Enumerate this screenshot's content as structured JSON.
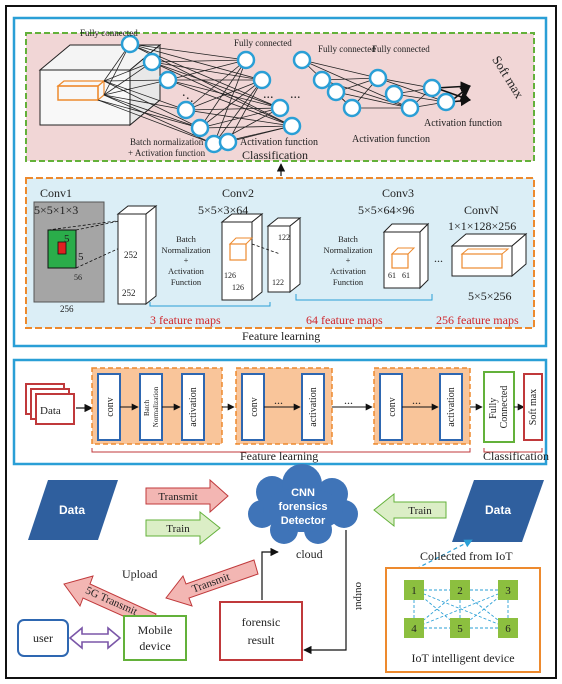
{
  "colors": {
    "frame_blue": "#2a9fd6",
    "frame_orange": "#ed8a2e",
    "cls_bg": "#f1d6d6",
    "feat_bg": "#dbeef6",
    "green_border": "#63b13a",
    "red_text": "#d0262c",
    "dark_blue": "#2f5f9e",
    "layer_blue": "#2e67b1",
    "layer_fill": "#f9c59a",
    "cloud_fill": "#3f74b8",
    "iot_node": "#8cbf3f",
    "arrow_pink": "#f3b6b3",
    "arrow_green": "#dbeec6"
  },
  "classification": {
    "fc1": "Fully connected",
    "fc2": "Fully connected",
    "fc3": "Fully connected",
    "fc4": "Fully connected",
    "bn_line1": "Batch normalization",
    "bn_line2": "+ Activation function",
    "act1": "Activation function",
    "act2": "Activation function",
    "act3": "Activation function",
    "softmax": "Soft max",
    "title": "Classification"
  },
  "feature": {
    "conv1": "Conv1",
    "conv1_dims": "5×5×1×3",
    "conv2": "Conv2",
    "conv2_dims": "5×5×3×64",
    "conv3": "Conv3",
    "conv3_dims": "5×5×64×96",
    "convn": "ConvN",
    "convn_dims": "1×1×128×256",
    "out_dims": "5×5×256",
    "n5a": "5",
    "n5b": "5",
    "n56": "56",
    "n256": "256",
    "n252a": "252",
    "n252b": "252",
    "n126a": "126",
    "n126b": "126",
    "n122a": "122",
    "n122b": "122",
    "n61a": "61",
    "n61b": "61",
    "bn2": [
      "Batch",
      "Normalization",
      "+",
      "Activation",
      "Function"
    ],
    "bn3": [
      "Batch",
      "Normalization",
      "+",
      "Activation",
      "Function"
    ],
    "maps1": "3 feature maps",
    "maps2": "64 feature maps",
    "maps3": "256 feature maps",
    "title": "Feature learning"
  },
  "pipeline": {
    "data": "Data",
    "conv": "conv",
    "batch_norm": "Batch Normalization",
    "activation": "activation",
    "dots": "...",
    "fully_connected": "Fully Connected",
    "softmax": "Soft max",
    "feature_label": "Feature learning",
    "class_label": "Classification"
  },
  "bottom": {
    "data_left": "Data",
    "data_right": "Data",
    "transmit_top": "Transmit",
    "train_left": "Train",
    "train_right": "Train",
    "cloud_text": [
      "CNN",
      "forensics",
      "Detector"
    ],
    "cloud_label": "cloud",
    "upload": "Upload",
    "fiveg": "5G Transmit",
    "transmit_diag": "Transmit",
    "output": "output",
    "forensic": [
      "forensic",
      "result"
    ],
    "user": "user",
    "mobile": [
      "Mobile",
      "device"
    ],
    "collected": "Collected from IoT",
    "iot_label": "IoT intelligent device",
    "nodes": [
      "1",
      "2",
      "3",
      "4",
      "5",
      "6"
    ]
  }
}
